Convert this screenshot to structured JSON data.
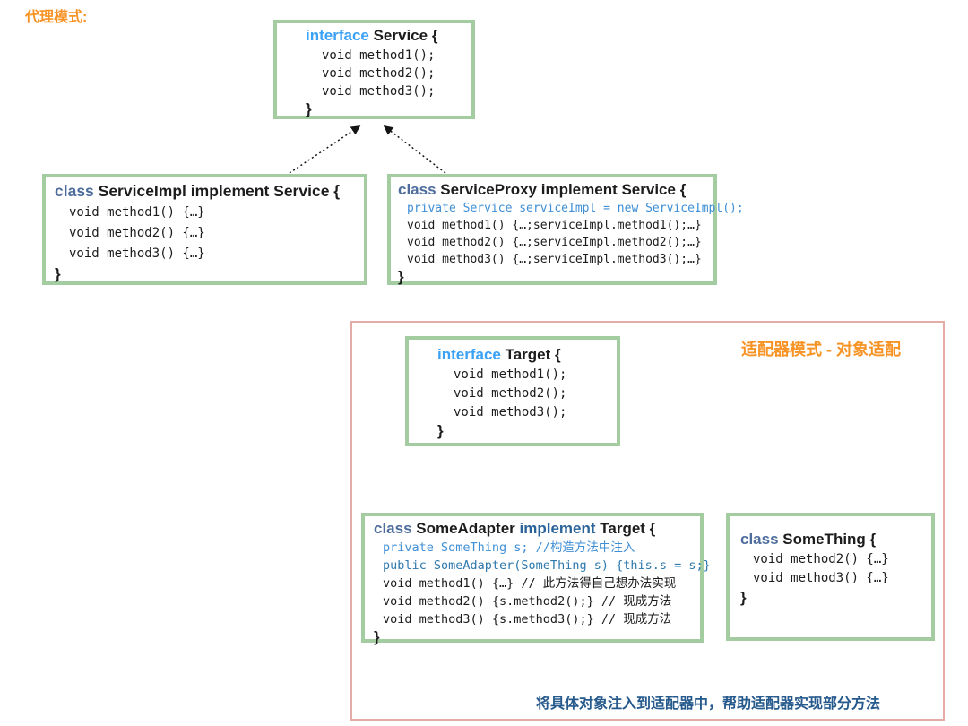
{
  "labels": {
    "proxy_title": "代理模式:",
    "adapter_title": "适配器模式 - 对象适配",
    "adapter_caption": "将具体对象注入到适配器中，帮助适配器实现部分方法"
  },
  "colors": {
    "box_border_green": "#a3cda0",
    "panel_border_pink": "#e4aca7",
    "title_orange": "#f79324",
    "keyword_interface_blue": "#3ba1f5",
    "keyword_class_slate": "#4e6d9c",
    "keyword_implement_steel": "#2a6399",
    "code_comment_blue": "#3f8fd6",
    "code_ctor_blue": "#2e79ad",
    "caption_blue": "#26598c",
    "code_black": "#1c1c1c"
  },
  "boxes": {
    "service": {
      "header": [
        "interface ",
        "Service {"
      ],
      "lines": [
        "void method1();",
        "void method2();",
        "void method3();"
      ],
      "close": "}"
    },
    "service_impl": {
      "header": [
        "class ",
        "ServiceImpl implement Service {"
      ],
      "lines": [
        "void method1() {…}",
        "void method2() {…}",
        "void method3() {…}"
      ],
      "close": "}"
    },
    "service_proxy": {
      "header": [
        "class ",
        "ServiceProxy implement Service {"
      ],
      "field_line": "private Service serviceImpl = new ServiceImpl();",
      "lines": [
        "void method1() {…;serviceImpl.method1();…}",
        "void method2() {…;serviceImpl.method2();…}",
        "void method3() {…;serviceImpl.method3();…}"
      ],
      "close": "}"
    },
    "target": {
      "header": [
        "interface ",
        "Target {"
      ],
      "lines": [
        "void method1();",
        "void method2();",
        "void method3();"
      ],
      "close": "}"
    },
    "some_adapter": {
      "header": [
        "class ",
        "SomeAdapter ",
        "implement ",
        "Target {"
      ],
      "field_line": "private SomeThing s; //构造方法中注入",
      "ctor_line": "public SomeAdapter(SomeThing s) {this.s = s;}",
      "lines": [
        "void method1() {…} // 此方法得自己想办法实现",
        "void method2() {s.method2();} // 现成方法",
        "void method3() {s.method3();} // 现成方法"
      ],
      "close": "}"
    },
    "some_thing": {
      "header": [
        "class ",
        "SomeThing {"
      ],
      "lines": [
        "void method2() {…}",
        "void method3() {…}"
      ],
      "close": "}"
    }
  }
}
